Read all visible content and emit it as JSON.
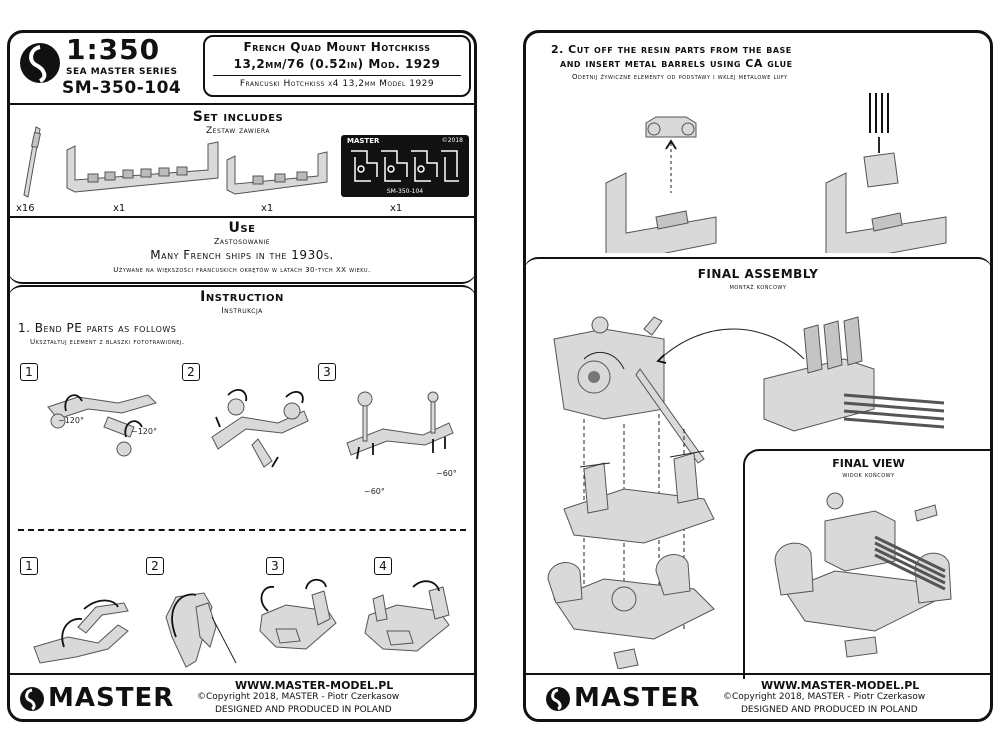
{
  "left": {
    "header": {
      "scale": "1:350",
      "series": "SEA MASTER SERIES",
      "code": "SM-350-104",
      "title_line1": "French Quad Mount Hotchkiss",
      "title_line2": "13,2mm/76 (0.52in) Mod. 1929",
      "title_pl": "Francuski Hotchkiss x4 13,2mm Model 1929"
    },
    "set_includes": {
      "title": "Set includes",
      "subtitle": "Zestaw zawiera",
      "pe_brand": "MASTER",
      "pe_year": "©2018",
      "pe_code": "SM-350-104",
      "quantities": [
        "x16",
        "x1",
        "x1",
        "x1"
      ]
    },
    "use": {
      "title": "Use",
      "subtitle": "Zastosowanie",
      "text_en": "Many French ships in the 1930s.",
      "text_pl": "Używane na większości francuskich okrętów w latach 30-tych XX wieku."
    },
    "instruction": {
      "title": "Instruction",
      "subtitle": "Instrukcja",
      "step1_en": "1. Bend PE parts as follows",
      "step1_pl": "Ukształtuj element z blaszki fototrawionej.",
      "row1_steps": [
        "1",
        "2",
        "3"
      ],
      "row2_steps": [
        "1",
        "2",
        "3",
        "4"
      ],
      "angles": [
        "~120°",
        "~120°",
        "~60°",
        "~60°"
      ]
    },
    "footer": {
      "brand": "MASTER",
      "url": "WWW.MASTER-MODEL.PL",
      "copyright": "©Copyright 2018, MASTER - Piotr Czerkasow",
      "designed": "DESIGNED AND PRODUCED IN POLAND"
    }
  },
  "right": {
    "step2": {
      "line1": "2. Cut off the resin parts from the base",
      "line2": "and insert metal barrels using CA glue",
      "pl": "Odetnij żywiczne elementy od podstawy i wklej metalowe lufy"
    },
    "final_assembly": {
      "title": "FINAL ASSEMBLY",
      "subtitle": "montaż końcowy"
    },
    "final_view": {
      "title": "FINAL VIEW",
      "subtitle": "widok końcowy"
    },
    "footer": {
      "brand": "MASTER",
      "url": "WWW.MASTER-MODEL.PL",
      "copyright": "©Copyright 2018, MASTER - Piotr Czerkasow",
      "designed": "DESIGNED AND PRODUCED IN POLAND"
    }
  }
}
